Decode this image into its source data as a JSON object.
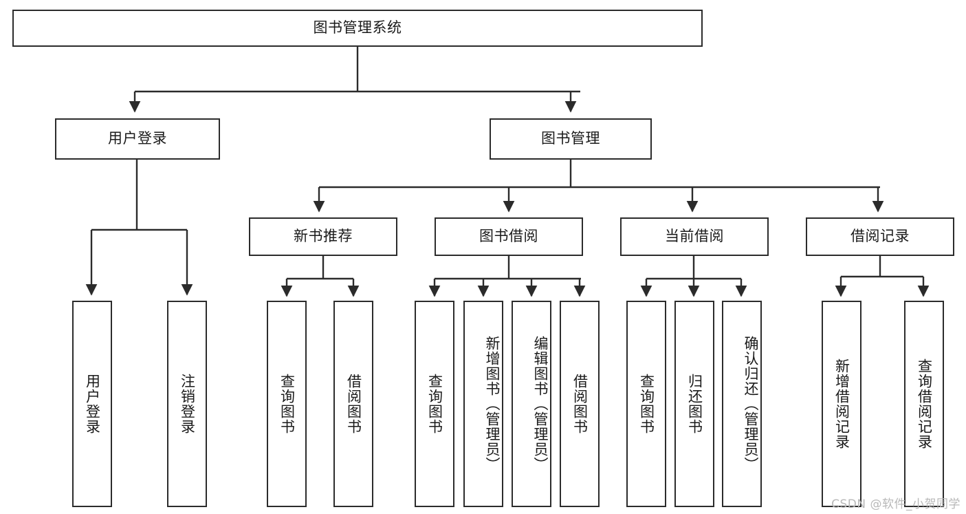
{
  "diagram": {
    "title": "图书管理系统",
    "type": "tree-hierarchy-diagram",
    "watermark": "CSDN @软件_小贺同学",
    "style": {
      "node_border_color": "#2b2b2b",
      "node_fill_color": "#ffffff",
      "edge_color": "#2b2b2b",
      "text_color": "#1a1a1a",
      "background_color": "#ffffff",
      "watermark_color": "#b8b8b8"
    },
    "levels": {
      "level1": "系统",
      "level2": "主模块",
      "level3": "子模块",
      "level4": "功能项"
    },
    "root": {
      "id": "root",
      "label": "图书管理系统",
      "orientation": "horizontal"
    },
    "level2": [
      {
        "id": "user-login",
        "label": "用户登录",
        "orientation": "horizontal"
      },
      {
        "id": "book-manage",
        "label": "图书管理",
        "orientation": "horizontal"
      }
    ],
    "level3": [
      {
        "id": "new-book-recommend",
        "label": "新书推荐",
        "parent": "book-manage",
        "orientation": "horizontal"
      },
      {
        "id": "book-borrow",
        "label": "图书借阅",
        "parent": "book-manage",
        "orientation": "horizontal"
      },
      {
        "id": "current-borrow",
        "label": "当前借阅",
        "parent": "book-manage",
        "orientation": "horizontal"
      },
      {
        "id": "borrow-record",
        "label": "借阅记录",
        "parent": "book-manage",
        "orientation": "horizontal"
      }
    ],
    "leaves": [
      {
        "id": "leaf-user-login",
        "label": "用户登录",
        "parent": "user-login",
        "orientation": "vertical"
      },
      {
        "id": "leaf-logout-login",
        "label": "注销登录",
        "parent": "user-login",
        "orientation": "vertical"
      },
      {
        "id": "leaf-query-book-1",
        "label": "查询图书",
        "parent": "new-book-recommend",
        "orientation": "vertical"
      },
      {
        "id": "leaf-borrow-book-1",
        "label": "借阅图书",
        "parent": "new-book-recommend",
        "orientation": "vertical"
      },
      {
        "id": "leaf-query-book-2",
        "label": "查询图书",
        "parent": "book-borrow",
        "orientation": "vertical"
      },
      {
        "id": "leaf-add-book",
        "label": "新增图书（管理员）",
        "parent": "book-borrow",
        "orientation": "vertical"
      },
      {
        "id": "leaf-edit-book",
        "label": "编辑图书（管理员）",
        "parent": "book-borrow",
        "orientation": "vertical"
      },
      {
        "id": "leaf-borrow-book-2",
        "label": "借阅图书",
        "parent": "book-borrow",
        "orientation": "vertical"
      },
      {
        "id": "leaf-query-book-3",
        "label": "查询图书",
        "parent": "current-borrow",
        "orientation": "vertical"
      },
      {
        "id": "leaf-return-book",
        "label": "归还图书",
        "parent": "current-borrow",
        "orientation": "vertical"
      },
      {
        "id": "leaf-confirm-return",
        "label": "确认归还（管理员）",
        "parent": "current-borrow",
        "orientation": "vertical"
      },
      {
        "id": "leaf-add-record",
        "label": "新增借阅记录",
        "parent": "borrow-record",
        "orientation": "vertical"
      },
      {
        "id": "leaf-query-record",
        "label": "查询借阅记录",
        "parent": "borrow-record",
        "orientation": "vertical"
      }
    ]
  }
}
